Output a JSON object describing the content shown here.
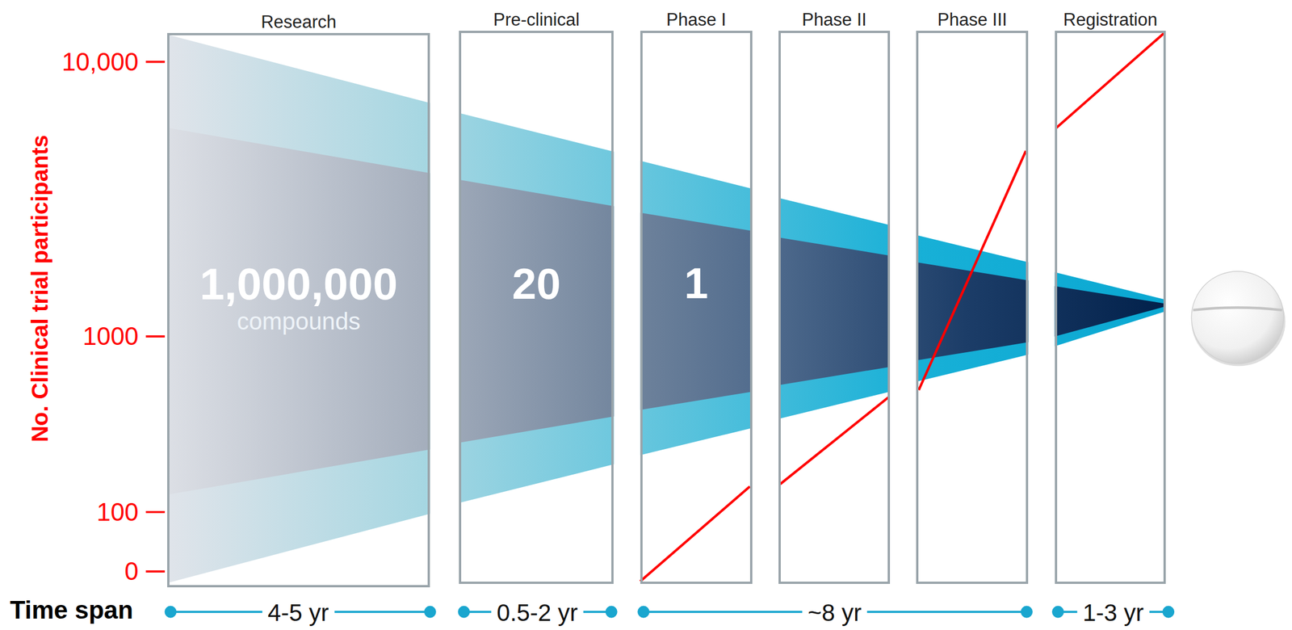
{
  "diagram": {
    "nodes": [
      {
        "text": [
          "Research",
          "1,000,000",
          "compounds"
        ]
      },
      {
        "text": [
          "Pre-clinical",
          "20"
        ]
      },
      {
        "text": [
          "Phase I",
          "1"
        ]
      },
      {
        "text": [
          "Phase II"
        ]
      },
      {
        "text": [
          "Phase III"
        ]
      },
      {
        "text": [
          "Registration"
        ]
      }
    ],
    "labels": [
      "No. Clinical trial participants",
      "10,000",
      "1000",
      "100",
      "0",
      "Time span",
      "4-5 yr",
      "0.5-2 yr",
      "~8 yr",
      "1-3 yr"
    ]
  }
}
